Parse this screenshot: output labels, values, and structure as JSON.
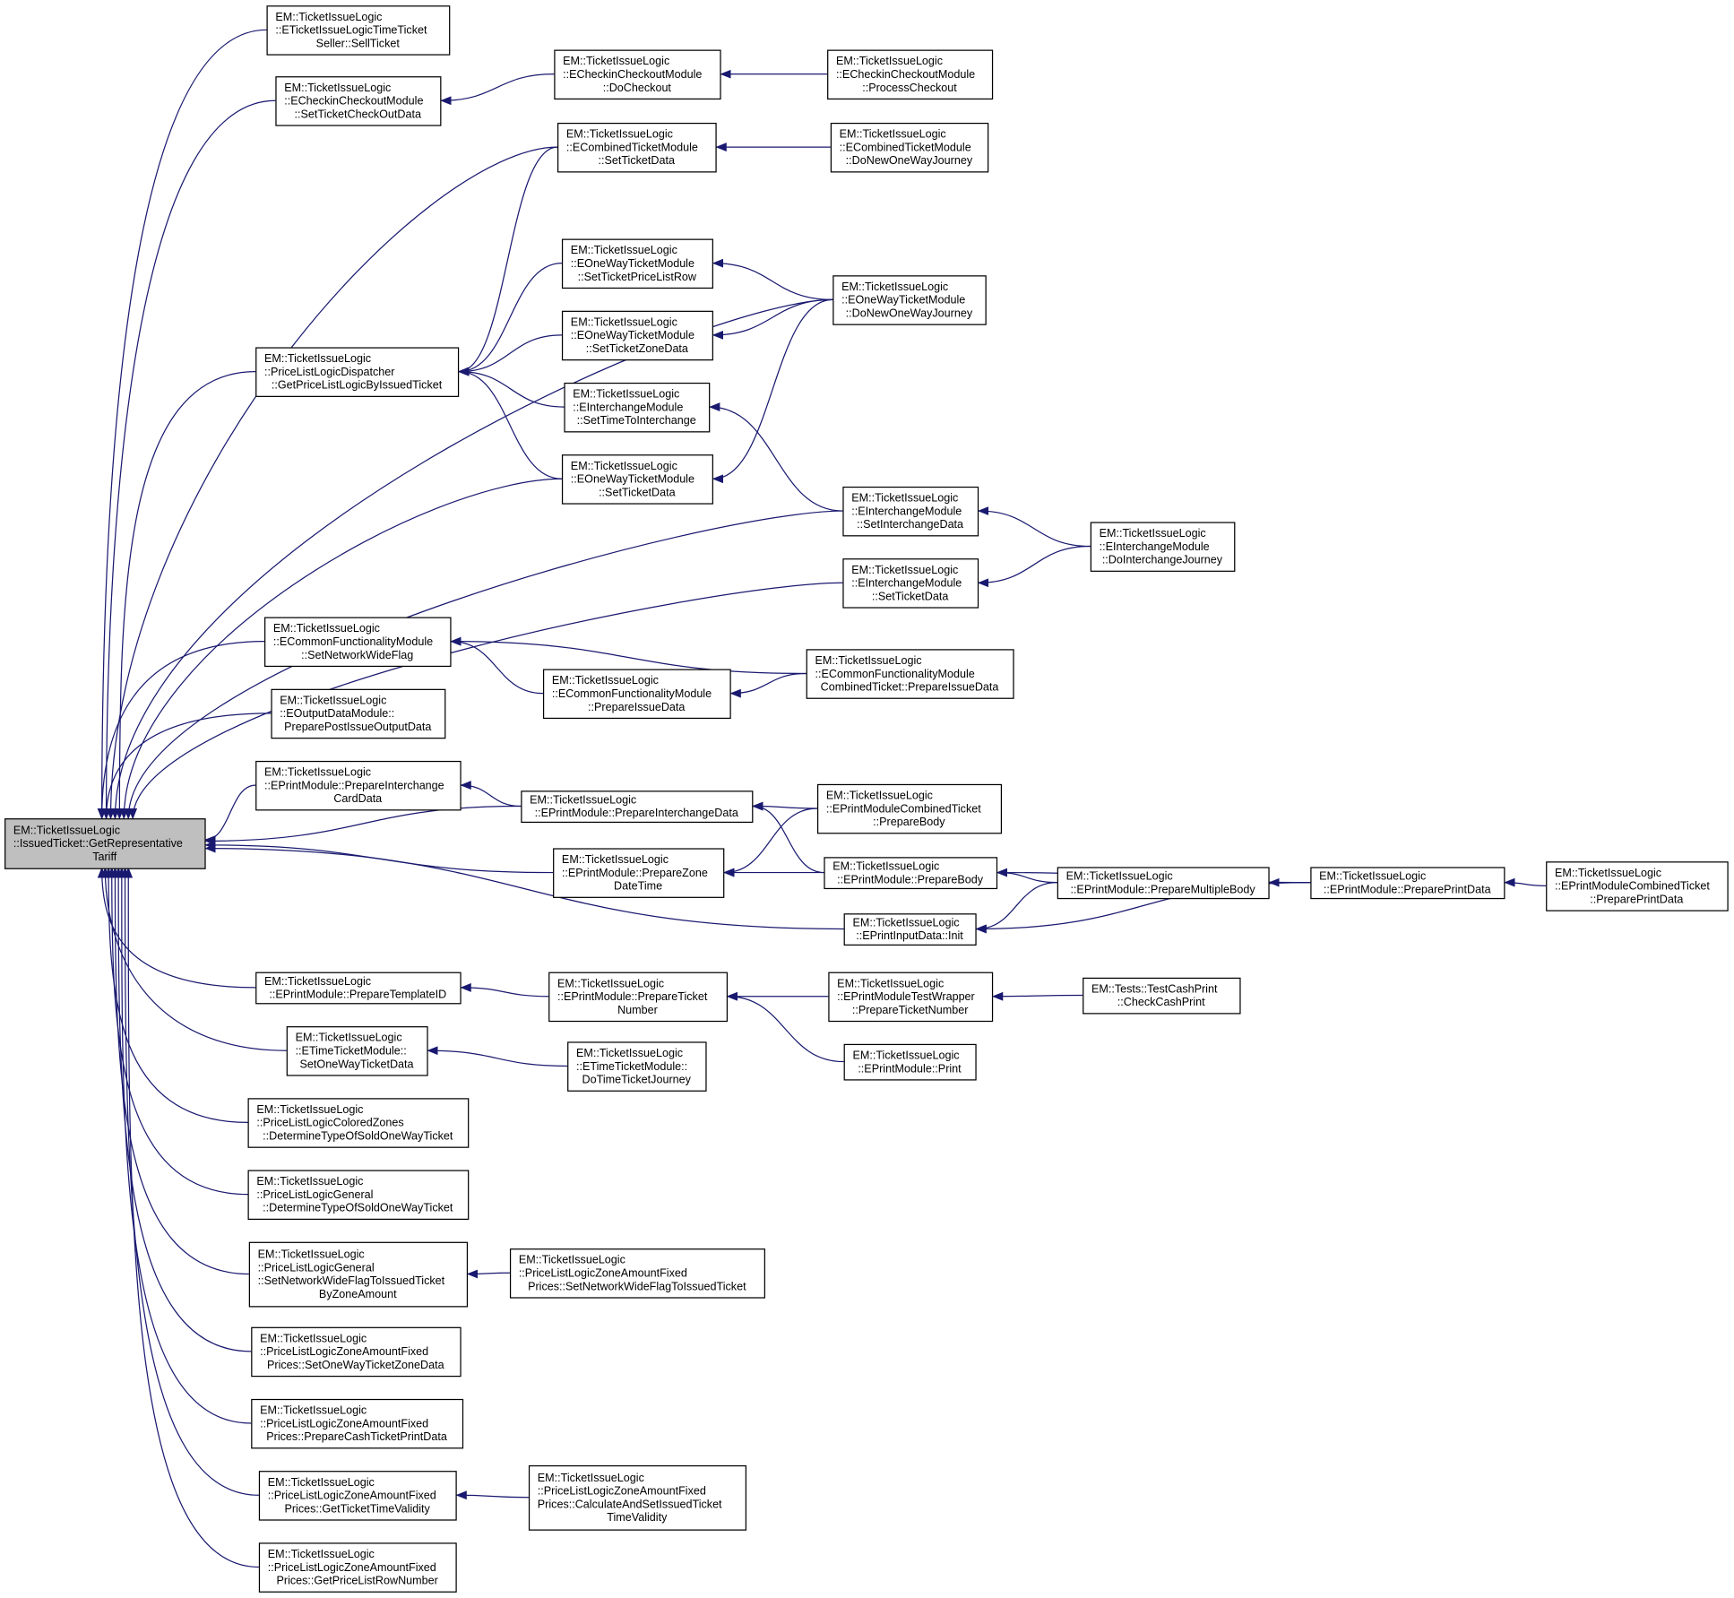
{
  "graph": {
    "title": "Caller graph of EM::TicketIssueLogic::IssuedTicket::GetRepresentativeTariff",
    "colors": {
      "edge": "#191970",
      "root_fill": "#bfbfbf",
      "node_fill": "#ffffff",
      "border": "#000000"
    },
    "nodes": [
      {
        "id": "root",
        "lines": [
          "EM::TicketIssueLogic",
          "::IssuedTicket::GetRepresentative",
          "Tariff"
        ]
      },
      {
        "id": "sell",
        "lines": [
          "EM::TicketIssueLogic",
          "::ETicketIssueLogicTimeTicket",
          "Seller::SellTicket"
        ]
      },
      {
        "id": "setcheckout",
        "lines": [
          "EM::TicketIssueLogic",
          "::ECheckinCheckoutModule",
          "::SetTicketCheckOutData"
        ]
      },
      {
        "id": "docheckout",
        "lines": [
          "EM::TicketIssueLogic",
          "::ECheckinCheckoutModule",
          "::DoCheckout"
        ]
      },
      {
        "id": "processcheckout",
        "lines": [
          "EM::TicketIssueLogic",
          "::ECheckinCheckoutModule",
          "::ProcessCheckout"
        ]
      },
      {
        "id": "combsettd",
        "lines": [
          "EM::TicketIssueLogic",
          "::ECombinedTicketModule",
          "::SetTicketData"
        ]
      },
      {
        "id": "combnew",
        "lines": [
          "EM::TicketIssueLogic",
          "::ECombinedTicketModule",
          "::DoNewOneWayJourney"
        ]
      },
      {
        "id": "owpricelist",
        "lines": [
          "EM::TicketIssueLogic",
          "::EOneWayTicketModule",
          "::SetTicketPriceListRow"
        ]
      },
      {
        "id": "ownew",
        "lines": [
          "EM::TicketIssueLogic",
          "::EOneWayTicketModule",
          "::DoNewOneWayJourney"
        ]
      },
      {
        "id": "owzone",
        "lines": [
          "EM::TicketIssueLogic",
          "::EOneWayTicketModule",
          "::SetTicketZoneData"
        ]
      },
      {
        "id": "dispatcher",
        "lines": [
          "EM::TicketIssueLogic",
          "::PriceListLogicDispatcher",
          "::GetPriceListLogicByIssuedTicket"
        ]
      },
      {
        "id": "settimeic",
        "lines": [
          "EM::TicketIssueLogic",
          "::EInterchangeModule",
          "::SetTimeToInterchange"
        ]
      },
      {
        "id": "owsettd",
        "lines": [
          "EM::TicketIssueLogic",
          "::EOneWayTicketModule",
          "::SetTicketData"
        ]
      },
      {
        "id": "seticdata",
        "lines": [
          "EM::TicketIssueLogic",
          "::EInterchangeModule",
          "::SetInterchangeData"
        ]
      },
      {
        "id": "doic",
        "lines": [
          "EM::TicketIssueLogic",
          "::EInterchangeModule",
          "::DoInterchangeJourney"
        ]
      },
      {
        "id": "icsettd",
        "lines": [
          "EM::TicketIssueLogic",
          "::EInterchangeModule",
          "::SetTicketData"
        ]
      },
      {
        "id": "cfsetnet",
        "lines": [
          "EM::TicketIssueLogic",
          "::ECommonFunctionalityModule",
          "::SetNetworkWideFlag"
        ]
      },
      {
        "id": "cfcomb",
        "lines": [
          "EM::TicketIssueLogic",
          "::ECommonFunctionalityModule",
          "CombinedTicket::PrepareIssueData"
        ]
      },
      {
        "id": "cfprep",
        "lines": [
          "EM::TicketIssueLogic",
          "::ECommonFunctionalityModule",
          "::PrepareIssueData"
        ]
      },
      {
        "id": "output",
        "lines": [
          "EM::TicketIssueLogic",
          "::EOutputDataModule::",
          "PreparePostIssueOutputData"
        ]
      },
      {
        "id": "piccard",
        "lines": [
          "EM::TicketIssueLogic",
          "::EPrintModule::PrepareInterchange",
          "CardData"
        ]
      },
      {
        "id": "picdata",
        "lines": [
          "EM::TicketIssueLogic",
          "::EPrintModule::PrepareInterchangeData"
        ]
      },
      {
        "id": "combbody",
        "lines": [
          "EM::TicketIssueLogic",
          "::EPrintModuleCombinedTicket",
          "::PrepareBody"
        ]
      },
      {
        "id": "zone",
        "lines": [
          "EM::TicketIssueLogic",
          "::EPrintModule::PrepareZone",
          "DateTime"
        ]
      },
      {
        "id": "body",
        "lines": [
          "EM::TicketIssueLogic",
          "::EPrintModule::PrepareBody"
        ]
      },
      {
        "id": "multi",
        "lines": [
          "EM::TicketIssueLogic",
          "::EPrintModule::PrepareMultipleBody"
        ]
      },
      {
        "id": "printdata",
        "lines": [
          "EM::TicketIssueLogic",
          "::EPrintModule::PreparePrintData"
        ]
      },
      {
        "id": "combprint",
        "lines": [
          "EM::TicketIssueLogic",
          "::EPrintModuleCombinedTicket",
          "::PreparePrintData"
        ]
      },
      {
        "id": "init",
        "lines": [
          "EM::TicketIssueLogic",
          "::EPrintInputData::Init"
        ]
      },
      {
        "id": "template",
        "lines": [
          "EM::TicketIssueLogic",
          "::EPrintModule::PrepareTemplateID"
        ]
      },
      {
        "id": "ticketnum",
        "lines": [
          "EM::TicketIssueLogic",
          "::EPrintModule::PrepareTicket",
          "Number"
        ]
      },
      {
        "id": "wrapper",
        "lines": [
          "EM::TicketIssueLogic",
          "::EPrintModuleTestWrapper",
          "::PrepareTicketNumber"
        ]
      },
      {
        "id": "cashprint",
        "lines": [
          "EM::Tests::TestCashPrint",
          "::CheckCashPrint"
        ]
      },
      {
        "id": "print",
        "lines": [
          "EM::TicketIssueLogic",
          "::EPrintModule::Print"
        ]
      },
      {
        "id": "onewaytime",
        "lines": [
          "EM::TicketIssueLogic",
          "::ETimeTicketModule::",
          "SetOneWayTicketData"
        ]
      },
      {
        "id": "dotime",
        "lines": [
          "EM::TicketIssueLogic",
          "::ETimeTicketModule::",
          "DoTimeTicketJourney"
        ]
      },
      {
        "id": "colored",
        "lines": [
          "EM::TicketIssueLogic",
          "::PriceListLogicColoredZones",
          "::DetermineTypeOfSoldOneWayTicket"
        ]
      },
      {
        "id": "general",
        "lines": [
          "EM::TicketIssueLogic",
          "::PriceListLogicGeneral",
          "::DetermineTypeOfSoldOneWayTicket"
        ]
      },
      {
        "id": "gennet",
        "lines": [
          "EM::TicketIssueLogic",
          "::PriceListLogicGeneral",
          "::SetNetworkWideFlagToIssuedTicket",
          "ByZoneAmount"
        ]
      },
      {
        "id": "zafpnet",
        "lines": [
          "EM::TicketIssueLogic",
          "::PriceListLogicZoneAmountFixed",
          "Prices::SetNetworkWideFlagToIssuedTicket"
        ]
      },
      {
        "id": "zafpzone",
        "lines": [
          "EM::TicketIssueLogic",
          "::PriceListLogicZoneAmountFixed",
          "Prices::SetOneWayTicketZoneData"
        ]
      },
      {
        "id": "zafpcash",
        "lines": [
          "EM::TicketIssueLogic",
          "::PriceListLogicZoneAmountFixed",
          "Prices::PrepareCashTicketPrintData"
        ]
      },
      {
        "id": "zafpvalid",
        "lines": [
          "EM::TicketIssueLogic",
          "::PriceListLogicZoneAmountFixed",
          "Prices::GetTicketTimeValidity"
        ]
      },
      {
        "id": "zafpcalc",
        "lines": [
          "EM::TicketIssueLogic",
          "::PriceListLogicZoneAmountFixed",
          "Prices::CalculateAndSetIssuedTicket",
          "TimeValidity"
        ]
      },
      {
        "id": "zafprow",
        "lines": [
          "EM::TicketIssueLogic",
          "::PriceListLogicZoneAmountFixed",
          "Prices::GetPriceListRowNumber"
        ]
      }
    ],
    "edges": [
      [
        "sell",
        "root"
      ],
      [
        "setcheckout",
        "root"
      ],
      [
        "docheckout",
        "setcheckout"
      ],
      [
        "processcheckout",
        "docheckout"
      ],
      [
        "combsettd",
        "root"
      ],
      [
        "combnew",
        "combsettd"
      ],
      [
        "ownew",
        "root"
      ],
      [
        "owpricelist",
        "dispatcher"
      ],
      [
        "ownew",
        "owpricelist"
      ],
      [
        "owzone",
        "dispatcher"
      ],
      [
        "ownew",
        "owzone"
      ],
      [
        "combsettd",
        "dispatcher"
      ],
      [
        "dispatcher",
        "root"
      ],
      [
        "settimeic",
        "dispatcher"
      ],
      [
        "owsettd",
        "dispatcher"
      ],
      [
        "owsettd",
        "root"
      ],
      [
        "ownew",
        "owsettd"
      ],
      [
        "seticdata",
        "settimeic"
      ],
      [
        "seticdata",
        "root"
      ],
      [
        "doic",
        "seticdata"
      ],
      [
        "icsettd",
        "root"
      ],
      [
        "doic",
        "icsettd"
      ],
      [
        "cfsetnet",
        "root"
      ],
      [
        "cfcomb",
        "cfsetnet"
      ],
      [
        "cfprep",
        "cfsetnet"
      ],
      [
        "cfcomb",
        "cfprep"
      ],
      [
        "output",
        "root"
      ],
      [
        "piccard",
        "root"
      ],
      [
        "picdata",
        "piccard"
      ],
      [
        "picdata",
        "root"
      ],
      [
        "combbody",
        "picdata"
      ],
      [
        "body",
        "picdata"
      ],
      [
        "zone",
        "root"
      ],
      [
        "combbody",
        "zone"
      ],
      [
        "body",
        "zone"
      ],
      [
        "printdata",
        "body"
      ],
      [
        "multi",
        "body"
      ],
      [
        "printdata",
        "multi"
      ],
      [
        "combprint",
        "printdata"
      ],
      [
        "init",
        "root"
      ],
      [
        "multi",
        "init"
      ],
      [
        "printdata",
        "init"
      ],
      [
        "template",
        "root"
      ],
      [
        "ticketnum",
        "template"
      ],
      [
        "wrapper",
        "ticketnum"
      ],
      [
        "cashprint",
        "wrapper"
      ],
      [
        "print",
        "ticketnum"
      ],
      [
        "onewaytime",
        "root"
      ],
      [
        "dotime",
        "onewaytime"
      ],
      [
        "colored",
        "root"
      ],
      [
        "general",
        "root"
      ],
      [
        "gennet",
        "root"
      ],
      [
        "zafpnet",
        "gennet"
      ],
      [
        "zafpzone",
        "root"
      ],
      [
        "zafpcash",
        "root"
      ],
      [
        "zafpvalid",
        "root"
      ],
      [
        "zafpcalc",
        "zafpvalid"
      ],
      [
        "zafprow",
        "root"
      ]
    ]
  }
}
